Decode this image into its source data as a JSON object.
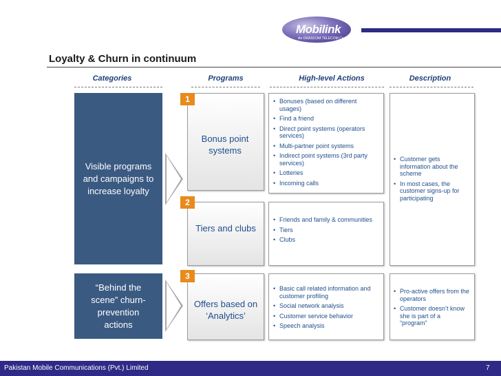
{
  "logo": {
    "name": "Mobilink",
    "tagline": "An ORASCOM TELECOM Company"
  },
  "title": "Loyalty & Churn in continuum",
  "columns": [
    "Categories",
    "Programs",
    "High-level Actions",
    "Description"
  ],
  "categories": [
    "Visible programs and campaigns to increase loyalty",
    "“Behind  the scene” churn-prevention actions"
  ],
  "programs": [
    {
      "number": "1",
      "name": "Bonus point systems",
      "actions": [
        "Bonuses (based on different usages)",
        "Find a friend",
        "Direct  point systems (operators services)",
        "Multi-partner point systems",
        "Indirect  point systems (3rd party services)",
        "Lotteries",
        "Incoming calls"
      ]
    },
    {
      "number": "2",
      "name": "Tiers and clubs",
      "actions": [
        "Friends and family & communities",
        "Tiers",
        "Clubs"
      ]
    },
    {
      "number": "3",
      "name": "Offers based on ‘Analytics’",
      "actions": [
        "Basic call related information and customer profiling",
        "Social network analysis",
        "Customer service behavior",
        "Speech analysis"
      ]
    }
  ],
  "descriptions": {
    "visible": [
      "Customer gets information about the scheme",
      "In most cases, the customer signs-up for participating"
    ],
    "behind": [
      "Pro-active offers from the operators",
      "Customer doesn’t know she is part of a “program”"
    ]
  },
  "footer": {
    "company": "Pakistan Mobile Communications (Pvt.) Limited",
    "page": "7"
  },
  "colors": {
    "brand": "#2e2a86",
    "category_box": "#3a5a82",
    "badge": "#e88a1c",
    "text_blue": "#1f4e8c"
  }
}
